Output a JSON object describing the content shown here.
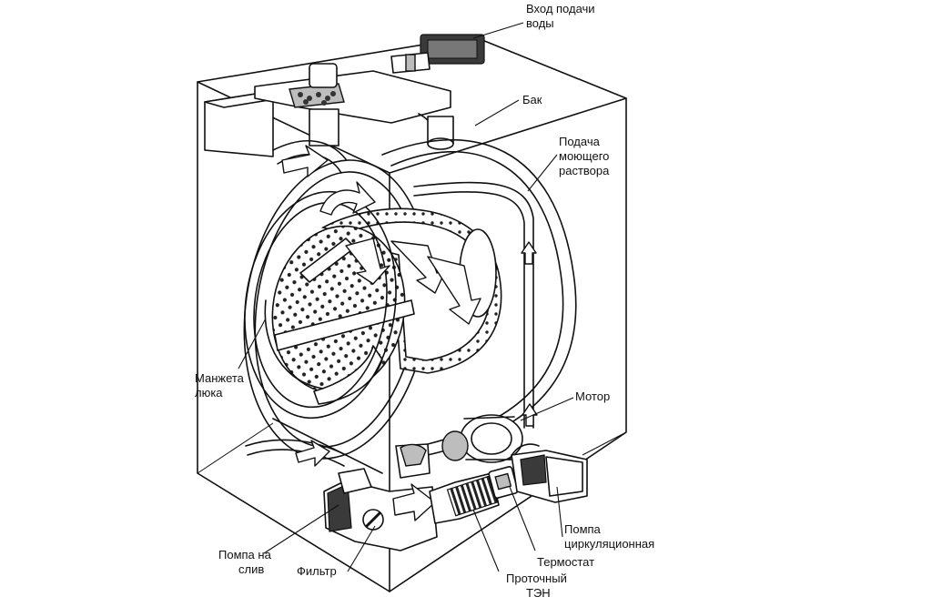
{
  "labels": {
    "water_inlet": [
      "Вход подачи",
      "воды"
    ],
    "tank": [
      "Бак"
    ],
    "detergent_supply": [
      "Подача",
      "моющего",
      "раствора"
    ],
    "door_seal": [
      "Манжета",
      "люка"
    ],
    "motor": [
      "Мотор"
    ],
    "circulation_pump": [
      "Помпа",
      "циркуляционная"
    ],
    "thermostat": [
      "Термостат"
    ],
    "flow_heater": [
      "Проточный",
      "ТЭН"
    ],
    "drain_pump": [
      "Помпа на",
      "слив"
    ],
    "filter": [
      "Фильтр"
    ]
  }
}
